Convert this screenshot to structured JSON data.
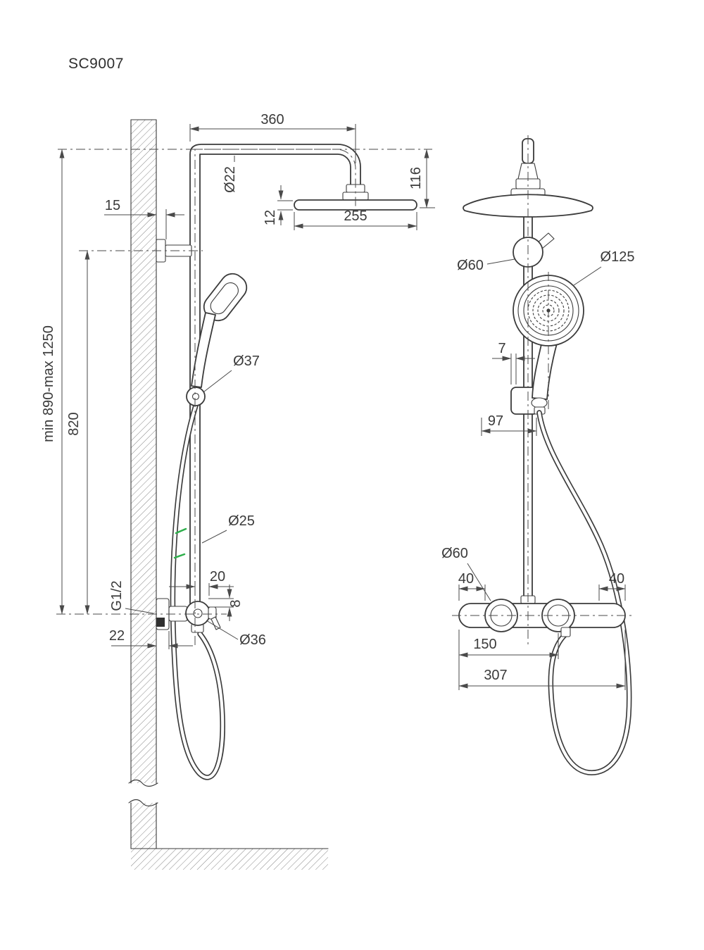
{
  "title": "SC9007",
  "colors": {
    "line": "#3b3b3b",
    "dim": "#4a4a4a",
    "background": "#ffffff",
    "accent_green": "#2eaf4b"
  },
  "side_view": {
    "dim_360": "360",
    "dim_dia22": "Ø22",
    "dim_116": "116",
    "dim_12": "12",
    "dim_255": "255",
    "dim_15": "15",
    "dim_min_max": "min 890-max 1250",
    "dim_820": "820",
    "dim_dia37": "Ø37",
    "dim_dia25": "Ø25",
    "dim_20": "20",
    "dim_8": "8",
    "dim_g12": "G1/2",
    "dim_22": "22",
    "dim_dia36": "Ø36"
  },
  "front_view": {
    "dim_dia60_top": "Ø60",
    "dim_dia125": "Ø125",
    "dim_7": "7",
    "dim_97": "97",
    "dim_dia60_bottom": "Ø60",
    "dim_40_left": "40",
    "dim_40_right": "40",
    "dim_150": "150",
    "dim_307": "307"
  }
}
